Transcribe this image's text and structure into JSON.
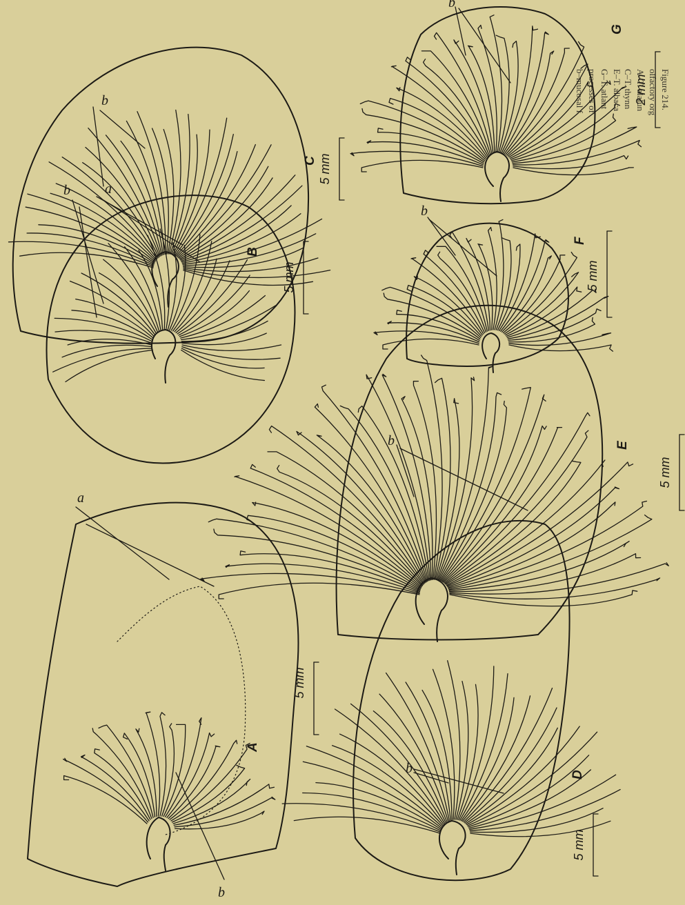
{
  "caption": {
    "lines": [
      "Figure 214.",
      "olfactory org",
      "A–T. alalun",
      "C–T. thynn",
      "E–T. albaca",
      "G–T. atlant",
      "processes of",
      "b–mucosal f"
    ]
  },
  "panels": [
    {
      "id": "A",
      "letter": "A",
      "scale": "5 mm",
      "parts": [
        "a",
        "b"
      ]
    },
    {
      "id": "B",
      "letter": "B",
      "scale": "5 mm",
      "parts": [
        "a",
        "b"
      ]
    },
    {
      "id": "C",
      "letter": "C",
      "scale": "5 mm",
      "parts": [
        "b"
      ]
    },
    {
      "id": "D",
      "letter": "D",
      "scale": "5 mm",
      "parts": [
        "b"
      ]
    },
    {
      "id": "E",
      "letter": "E",
      "scale": "5 mm",
      "parts": [
        "b"
      ]
    },
    {
      "id": "F",
      "letter": "F",
      "scale": "5 mm",
      "parts": [
        "b"
      ]
    },
    {
      "id": "G",
      "letter": "G",
      "scale": "2 mm",
      "parts": [
        "b"
      ]
    }
  ],
  "colors": {
    "paper": "#d9cf9a",
    "ink": "#1c1a15"
  }
}
